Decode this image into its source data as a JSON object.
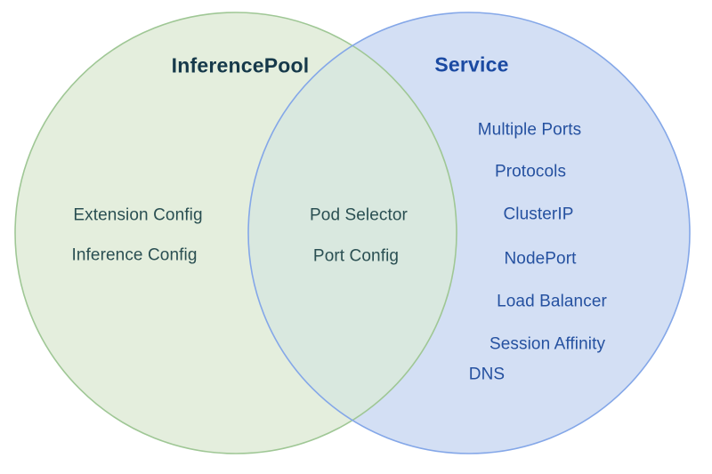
{
  "page": {
    "background": "#ffffff"
  },
  "venn": {
    "left": {
      "title": "InferencePool",
      "title_color": "#16394a",
      "item_color": "#2a4f52",
      "fill": "#e4eedd",
      "stroke": "#9fc795",
      "items": [
        "Extension Config",
        "Inference Config"
      ]
    },
    "overlap": {
      "fill": "#d9e8df",
      "item_color": "#2a4f52",
      "items": [
        "Pod Selector",
        "Port Config"
      ]
    },
    "right": {
      "title": "Service",
      "title_color": "#1b4aa2",
      "item_color": "#2551a0",
      "fill": "#d3dff4",
      "stroke": "#84a7e8",
      "items": [
        "Multiple Ports",
        "Protocols",
        "ClusterIP",
        "NodePort",
        "Load Balancer",
        "Session Affinity",
        "DNS"
      ]
    }
  }
}
